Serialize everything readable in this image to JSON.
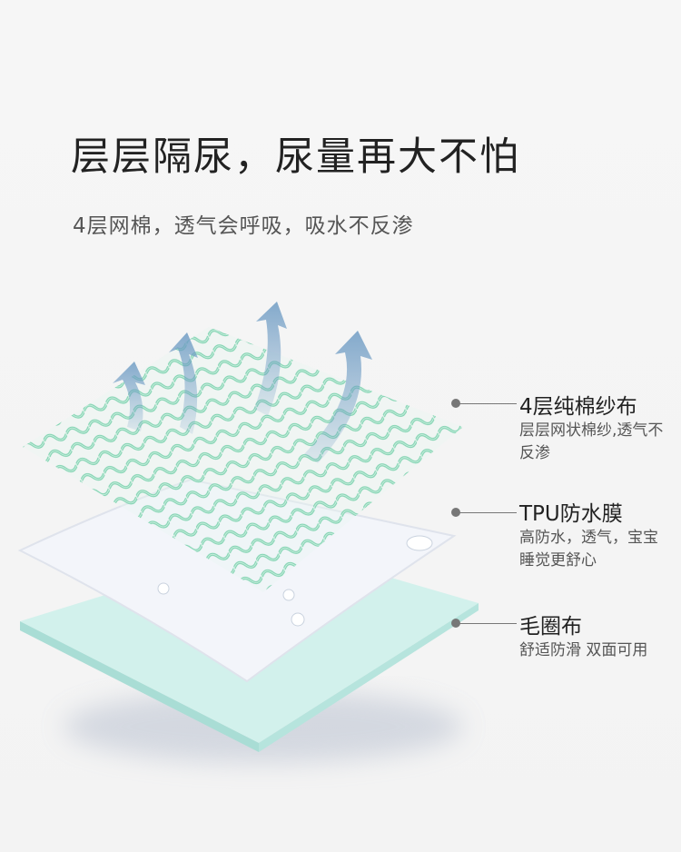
{
  "header": {
    "title": "层层隔尿，尿量再大不怕",
    "subtitle": "4层网棉，透气会呼吸，吸水不反渗"
  },
  "layers": [
    {
      "name": "4层纯棉纱布",
      "description": "层层网状棉纱,透气不反渗"
    },
    {
      "name": "TPU防水膜",
      "description": "高防水，透气，宝宝睡觉更舒心"
    },
    {
      "name": "毛圈布",
      "description": "舒适防滑 双面可用"
    }
  ],
  "colors": {
    "mesh": "#7fd3b0",
    "film": "#f4f6fa",
    "terry": "#c4ece6",
    "arrow": "#6f9cc4"
  }
}
